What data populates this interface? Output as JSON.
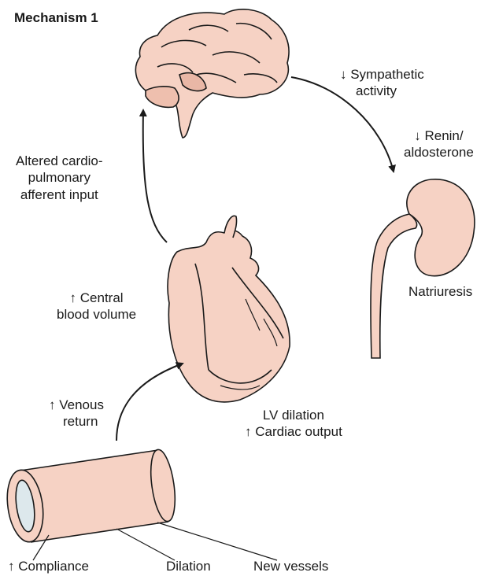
{
  "title": "Mechanism 1",
  "labels": {
    "sympathetic": [
      "↓ Sympathetic",
      "activity"
    ],
    "renin": [
      "↓ Renin/",
      "aldosterone"
    ],
    "afferent": [
      "Altered cardio-",
      "pulmonary",
      "afferent input"
    ],
    "natriuresis": "Natriuresis",
    "central_volume": [
      "↑ Central",
      "blood volume"
    ],
    "venous_return": [
      "↑ Venous",
      "return"
    ],
    "lv": [
      "LV dilation",
      "↑ Cardiac output"
    ],
    "compliance": "↑ Compliance",
    "dilation": "Dilation",
    "new_vessels": "New vessels"
  },
  "colors": {
    "tissue": "#f6d2c4",
    "outline": "#1a1a1a",
    "lumen": "#dde8ec"
  }
}
